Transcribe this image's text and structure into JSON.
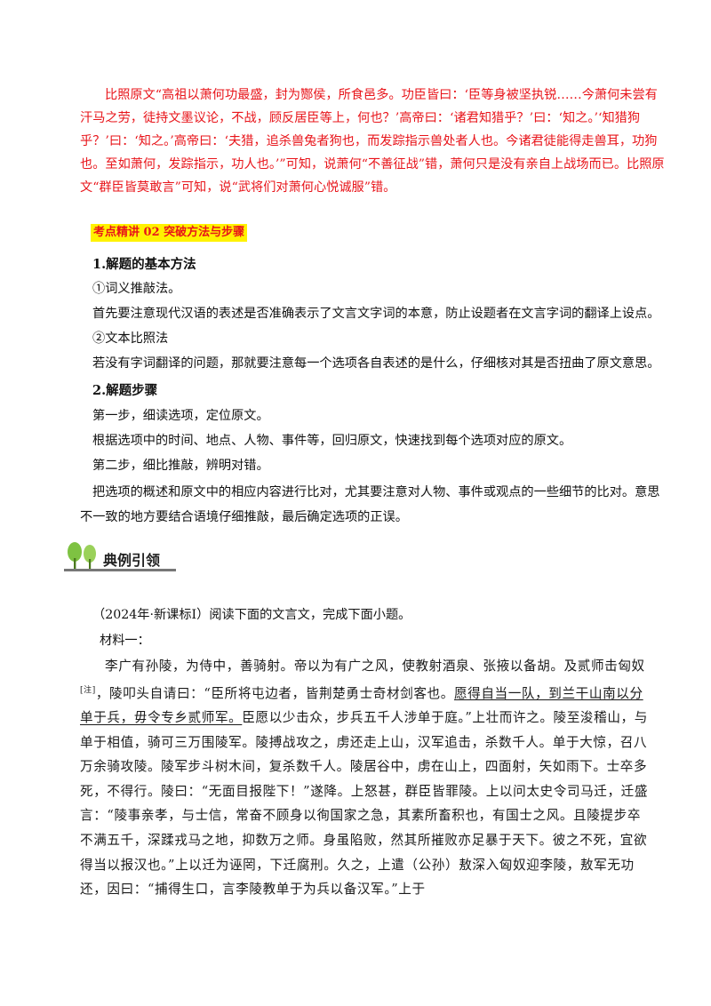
{
  "red_paragraph": "比照原文“高祖以萧何功最盛，封为酂侯，所食邑多。功臣皆曰：‘臣等身被坚执锐……今萧何未尝有汗马之劳，徒持文墨议论，不战，顾反居臣等上，何也？’高帝曰：‘诸君知猎乎？’曰：‘知之。’‘知猎狗乎？’曰：‘知之。’高帝曰：‘夫猎，追杀兽兔者狗也，而发踪指示兽处者人也。今诸君徒能得走兽耳，功狗也。至如萧何，发踪指示，功人也。’”可知，说萧何“不善征战”错，萧何只是没有亲自上战场而已。比照原文“群臣皆莫敢言”可知，说“武将们对萧何心悦诚服”错。",
  "kaodian_label": "考点精讲 02  突破方法与步骤",
  "section1": {
    "heading": "1.解题的基本方法",
    "m1_title": "①词义推敲法。",
    "m1_text": "首先要注意现代汉语的表述是否准确表示了文言文字词的本意，防止设题者在文言字词的翻译上设点。",
    "m2_title": "②文本比照法",
    "m2_text": "若没有字词翻译的问题，那就要注意每一个选项各自表述的是什么，仔细核对其是否扭曲了原文意思。"
  },
  "section2": {
    "heading": "2.解题步骤",
    "s1_title": "第一步，细读选项，定位原文。",
    "s1_text": "根据选项中的时间、地点、人物、事件等，回归原文，快速找到每个选项对应的原文。",
    "s2_title": "第二步，细比推敲，辨明对错。",
    "s2_text": "把选项的概述和原文中的相应内容进行比对，尤其要注意对人物、事件或观点的一些细节的比对。意思不一致的地方要结合语境仔细推敲，最后确定选项的正误。"
  },
  "banner_label": "典例引领",
  "example_intro": "（2024年·新课标Ⅰ）阅读下面的文言文，完成下面小题。",
  "material_label": "材料一：",
  "passage": {
    "part1": "李广有孙陵，为侍中，善骑射。帝以为有广之风，使教射酒泉、张掖以备胡。及贰师击匈奴",
    "note": "[注]",
    "part2": "，陵叩头自请曰：“臣所将屯边者，皆荆楚勇士奇材剑客也。",
    "underlined": "愿得自当一队，到兰干山南以分单于兵，毋令专乡贰师军。",
    "part3": "臣愿以少击众，步兵五千人涉单于庭。”上壮而许之。陵至浚稽山，与单于相值，骑可三万围陵军。陵搏战攻之，虏还走上山，汉军追击，杀数千人。单于大惊，召八万余骑攻陵。陵军步斗树木间，复杀数千人。陵居谷中，虏在山上，四面射，矢如雨下。士卒多死，不得行。陵曰：“无面目报陛下！”遂降。上怒甚，群臣皆罪陵。上以问太史令司马迁，迁盛言：“陵事亲孝，与士信，常奋不顾身以徇国家之急，其素所畜积也，有国士之风。且陵提步卒不满五千，深蹂戎马之地，抑数万之师。身虽陷败，然其所摧败亦足暴于天下。彼之不死，宜欲得当以报汉也。”上以迁为诬罔，下迁腐刑。久之，上遣（公孙）敖深入匈奴迎李陵，敖军无功还，因曰：“捕得生口，言李陵教单于为兵以备汉军。”上于"
  },
  "colors": {
    "red": "#e8141a",
    "highlight": "#fff200",
    "tree_green": "#7ec242"
  },
  "icons": [
    "tree-icon",
    "tree-icon"
  ]
}
